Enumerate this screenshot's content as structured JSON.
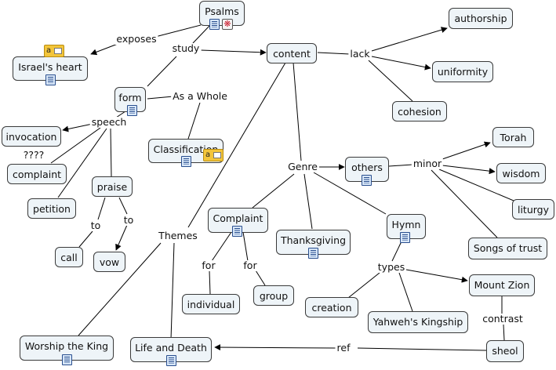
{
  "concepts": {
    "psalms": "Psalms",
    "israels_heart": "Israel's heart",
    "content": "content",
    "authorship": "authorship",
    "uniformity": "uniformity",
    "cohesion": "cohesion",
    "form": "form",
    "classification": "Classification",
    "invocation": "invocation",
    "complaint_lower": "complaint",
    "petition": "petition",
    "praise": "praise",
    "call": "call",
    "vow": "vow",
    "others": "others",
    "torah": "Torah",
    "wisdom": "wisdom",
    "liturgy": "liturgy",
    "songs_of_trust": "Songs of trust",
    "complaint_genre": "Complaint",
    "thanksgiving": "Thanksgiving",
    "hymn": "Hymn",
    "individual": "individual",
    "group": "group",
    "mount_zion": "Mount Zion",
    "creation": "creation",
    "yahwehs_kingship": "Yahweh's Kingship",
    "sheol": "sheol",
    "worship_the_king": "Worship the King",
    "life_and_death": "Life and Death"
  },
  "link_labels": {
    "exposes": "exposes",
    "study": "study",
    "lack": "lack",
    "as_a_whole": "As a Whole",
    "speech": "speech",
    "unknown": "????",
    "to_call": "to",
    "to_vow": "to",
    "genre": "Genre",
    "minor": "minor",
    "themes": "Themes",
    "for_individual": "for",
    "for_group": "for",
    "types": "types",
    "contrast": "contrast",
    "ref": "ref"
  },
  "icons": {
    "document": "document-icon",
    "note": "note-icon",
    "link": "link-icon"
  },
  "colors": {
    "node_fill": "#eef4f8",
    "node_border": "#3a3a3a",
    "line": "#000000"
  }
}
